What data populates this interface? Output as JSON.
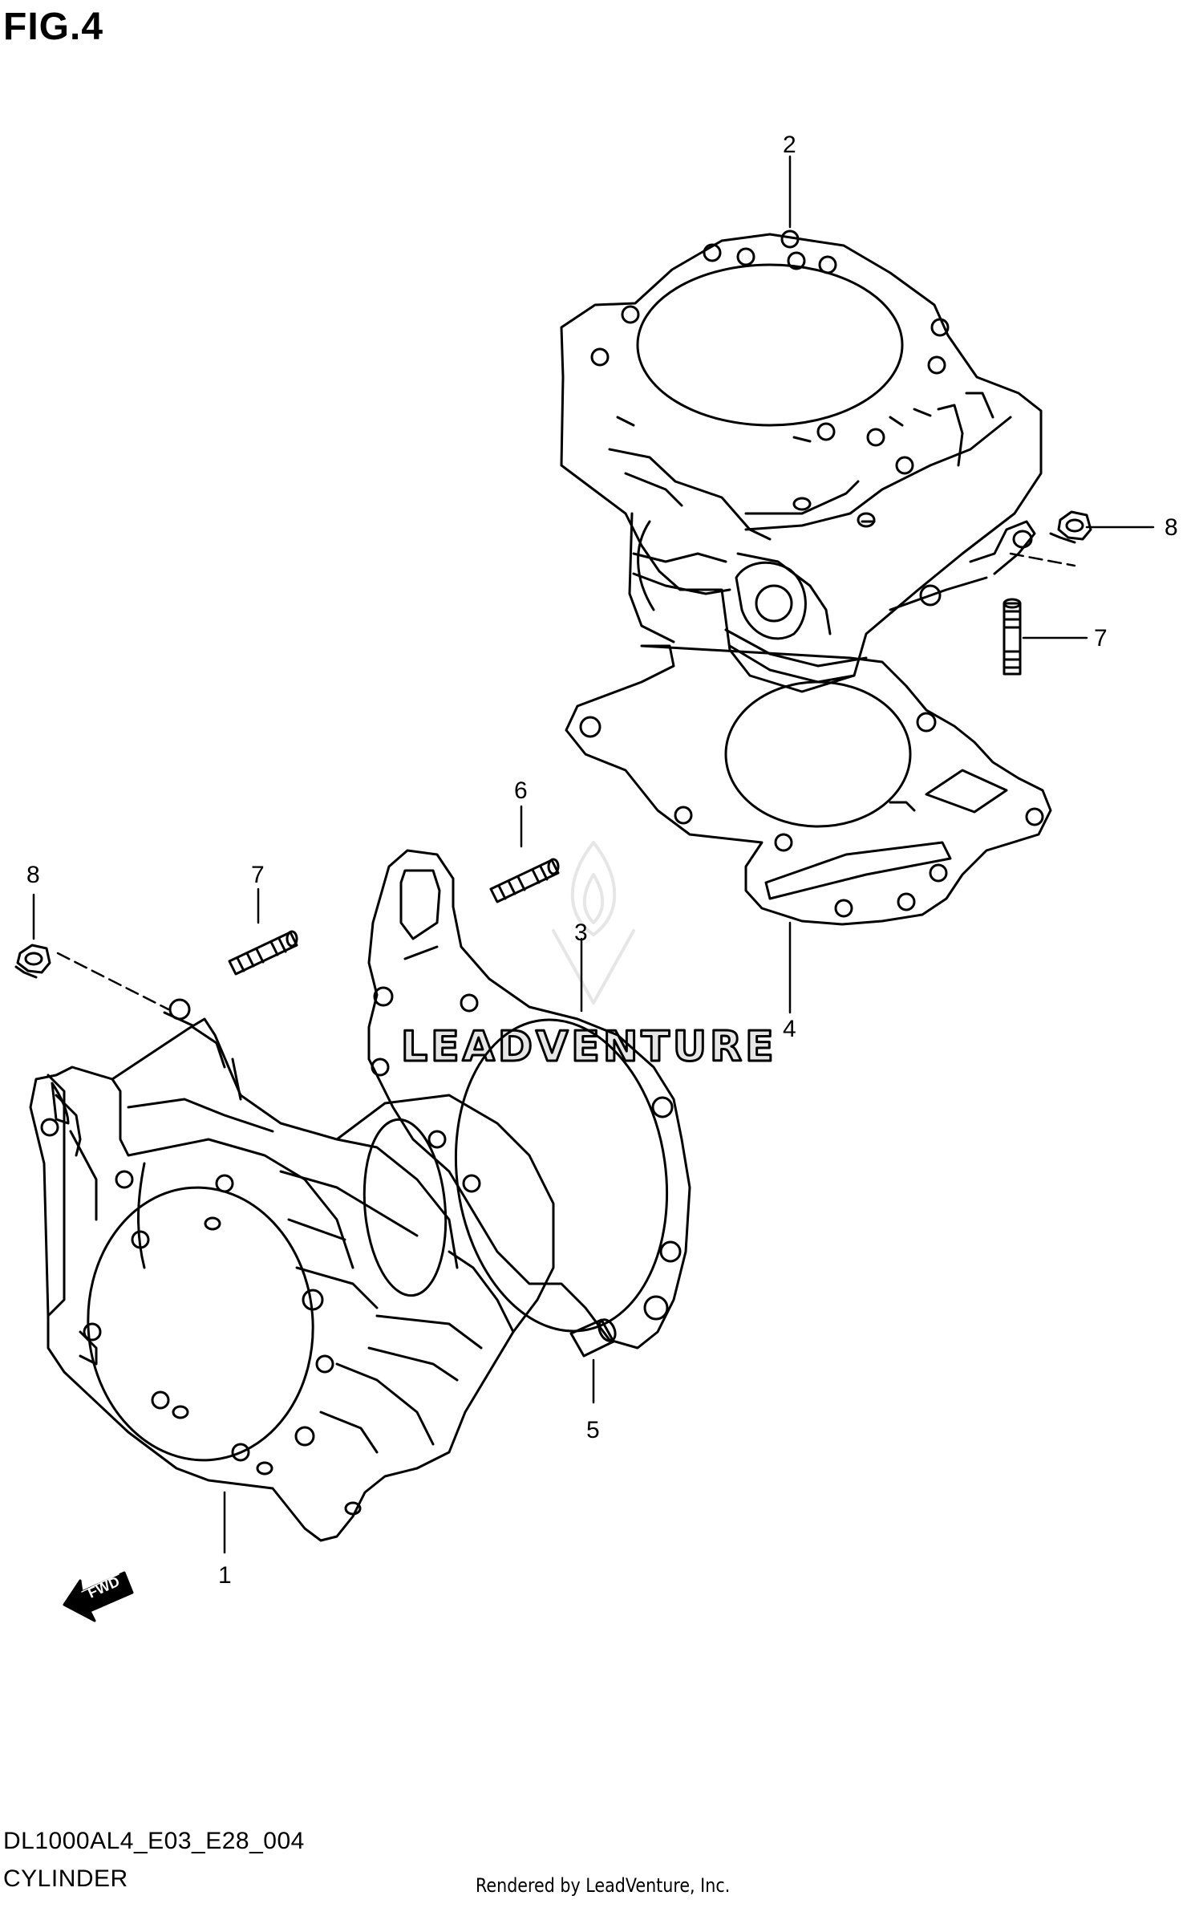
{
  "figure": {
    "title": "FIG.4"
  },
  "footer": {
    "model_code": "DL1000AL4_E03_E28_004",
    "section_name": "CYLINDER",
    "credit": "Rendered by LeadVenture, Inc."
  },
  "watermark": {
    "text": "LEADVENTURE"
  },
  "direction_marker": {
    "text": "FWD"
  },
  "callouts": {
    "c1": "1",
    "c2": "2",
    "c3": "3",
    "c4": "4",
    "c5": "5",
    "c6": "6",
    "c7a": "7",
    "c7b": "7",
    "c8a": "8",
    "c8b": "8"
  },
  "colors": {
    "ink": "#000000",
    "watermark": "#e6e6e6",
    "background": "#ffffff"
  }
}
